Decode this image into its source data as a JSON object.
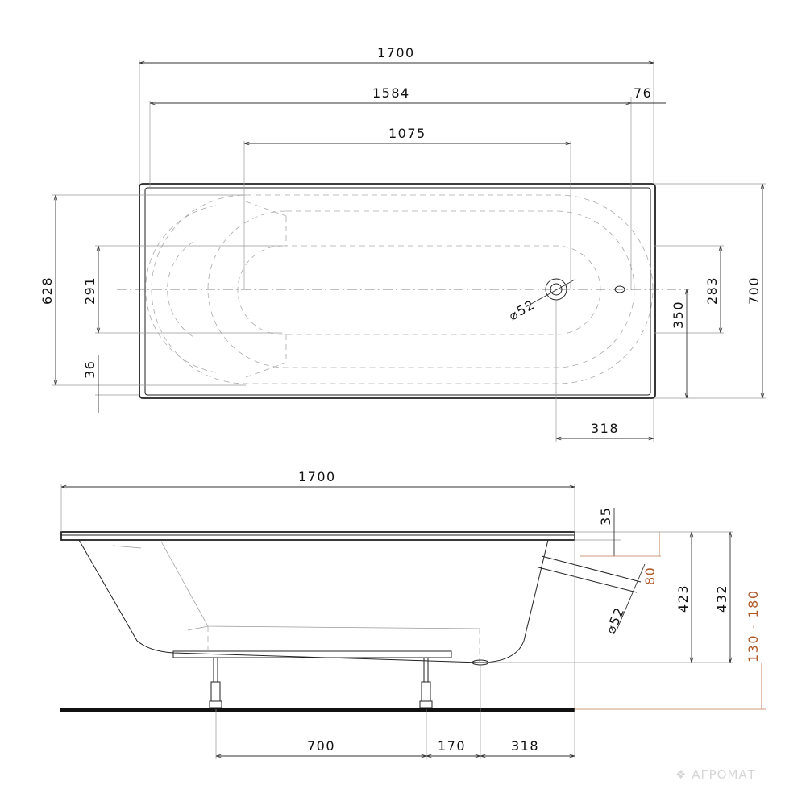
{
  "top_view": {
    "dims": {
      "overall_length": "1700",
      "inner_length": "1584",
      "rim_right": "76",
      "bottom_length": "1075",
      "overall_width": "700",
      "inner_width": "628",
      "bottom_width": "291",
      "rim_bottom": "36",
      "drain_to_edge": "283",
      "drain_to_front": "350",
      "drain_offset": "318",
      "drain_diameter": "⌀52"
    }
  },
  "side_view": {
    "dims": {
      "overall_length": "1700",
      "rim_thickness": "35",
      "overflow_height": "80",
      "depth": "423",
      "total_height": "432",
      "leg_height": "130 - 180",
      "leg_spacing": "700",
      "leg_to_drain": "170",
      "drain_offset": "318",
      "overflow_diameter": "⌀52"
    }
  },
  "watermark": "❖ АГРОМАТ",
  "colors": {
    "line": "#222222",
    "accent": "#c0764d"
  }
}
